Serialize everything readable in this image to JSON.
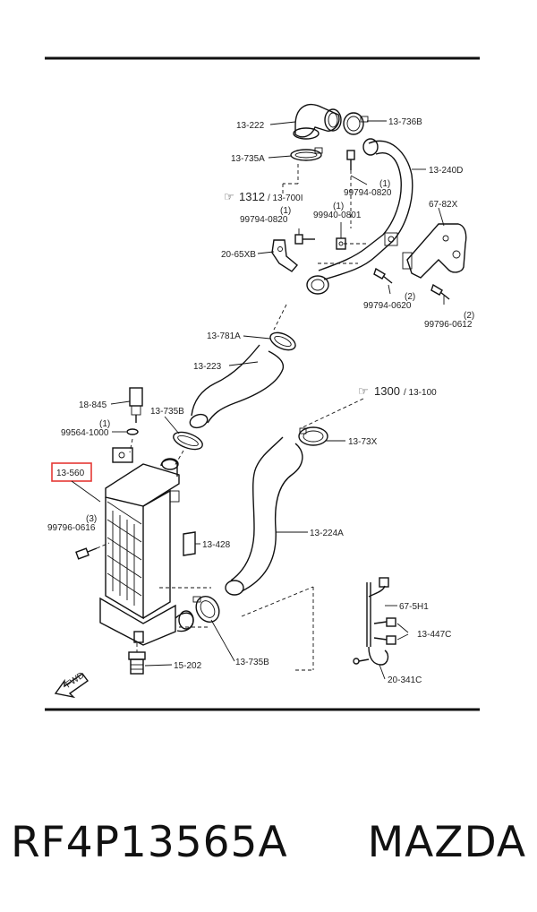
{
  "labels": {
    "l13222": "13-222",
    "l13736b": "13-736B",
    "l13735a": "13-735A",
    "l13240d": "13-240D",
    "l99794_0820_a_qty": "(1)",
    "l99794_0820_a": "99794-0820",
    "ref1312_main": "1312",
    "ref1312_sub": "/ 13-700I",
    "l99794_0820_b_qty": "(1)",
    "l99794_0820_b": "99794-0820",
    "l99940_0801_qty": "(1)",
    "l99940_0801": "99940-0801",
    "l6782x": "67-82X",
    "l2065xb": "20-65XB",
    "l99794_0620_qty": "(2)",
    "l99794_0620": "99794-0620",
    "l99796_0612_qty": "(2)",
    "l99796_0612": "99796-0612",
    "l13781a": "13-781A",
    "l13223": "13-223",
    "ref1300_main": "1300",
    "ref1300_sub": "/ 13-100",
    "l18845": "18-845",
    "l13735b_top": "13-735B",
    "l99564_qty": "(1)",
    "l99564": "99564-1000",
    "l1373x": "13-73X",
    "l13560": "13-560",
    "l99796_0616_qty": "(3)",
    "l99796_0616": "99796-0616",
    "l13428": "13-428",
    "l13224a": "13-224A",
    "l675h1": "67-5H1",
    "l13447c": "13-447C",
    "l15202": "15-202",
    "l13735b_bot": "13-735B",
    "l20341c": "20-341C",
    "fwd": "FWD"
  },
  "highlight": {
    "part": "13-560",
    "color": "#e53935"
  },
  "caption": {
    "part_number": "RF4P13565A",
    "brand": "MAZDA"
  }
}
